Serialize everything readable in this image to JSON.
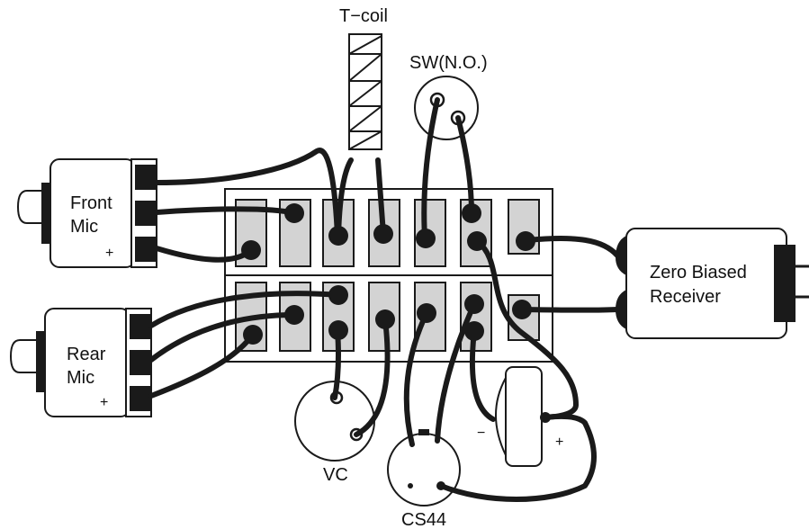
{
  "labels": {
    "tcoil": "T−coil",
    "switch": "SW(N.O.)",
    "front_mic_line1": "Front",
    "front_mic_line2": "Mic",
    "front_mic_plus": "+",
    "rear_mic_line1": "Rear",
    "rear_mic_line2": "Mic",
    "rear_mic_plus": "+",
    "receiver_line1": "Zero Biased",
    "receiver_line2": "Receiver",
    "volume_control": "VC",
    "cs44": "CS44",
    "battery_minus": "−",
    "battery_plus": "+"
  },
  "colors": {
    "line": "#1a1a1a",
    "pad_fill": "#d3d3d3",
    "background": "#ffffff"
  }
}
